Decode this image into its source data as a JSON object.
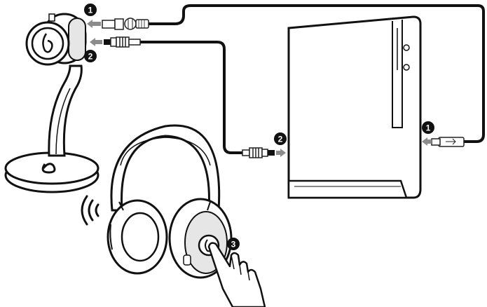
{
  "badges": {
    "usb_at_base": "1",
    "optical_at_base": "2",
    "optical_at_console": "2",
    "usb_at_console": "1",
    "power_button": "3"
  },
  "colors": {
    "ink": "#111111",
    "arrow_gray": "#8c8c8c",
    "outline": "#222222",
    "fill": "#ffffff",
    "shade": "#e6e6e6"
  }
}
